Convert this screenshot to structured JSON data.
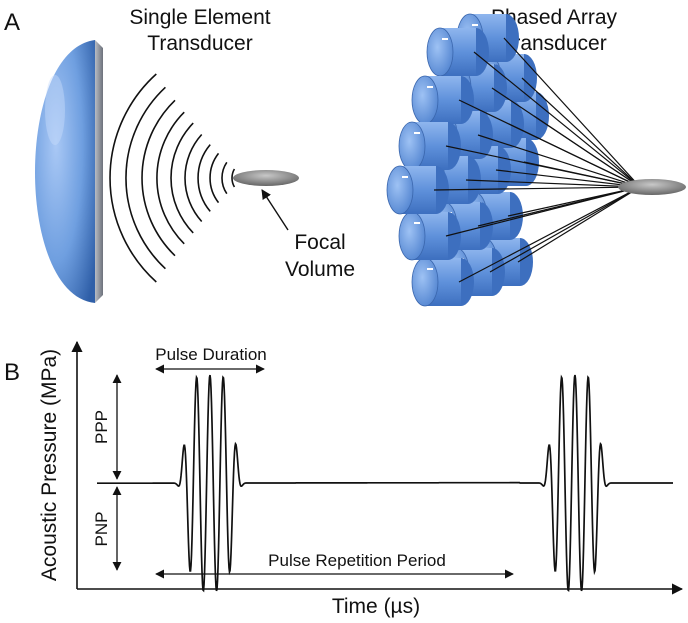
{
  "panel_a": {
    "letter": "A",
    "single_title_line1": "Single Element",
    "single_title_line2": "Transducer",
    "phased_title_line1": "Phased Array",
    "phased_title_line2": "Transducer",
    "focal_line1": "Focal",
    "focal_line2": "Volume"
  },
  "panel_b": {
    "letter": "B",
    "y_axis_label": "Acoustic Pressure (MPa)",
    "x_axis_label": "Time (µs)",
    "pulse_duration_label": "Pulse Duration",
    "ppp_label": "PPP",
    "pnp_label": "PNP",
    "prp_label": "Pulse Repetition Period"
  },
  "colors": {
    "transducer_blue": "#6f9fe0",
    "focal_grey": "#8a8a8a",
    "ink": "#111111"
  }
}
